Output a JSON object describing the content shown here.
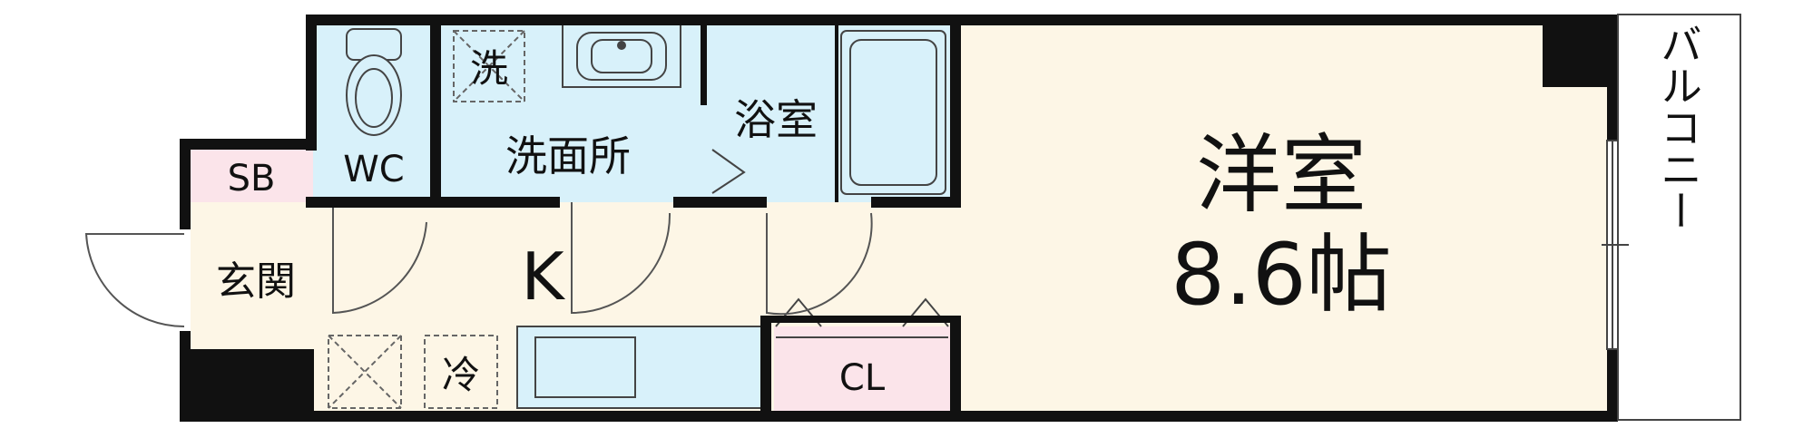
{
  "rooms": {
    "wc": "WC",
    "wash_mark": "洗",
    "washroom": "洗面所",
    "bath": "浴室",
    "western_room": "洋室",
    "western_size": "8.6帖",
    "sb": "SB",
    "entrance": "玄関",
    "kitchen": "K",
    "fridge": "冷",
    "closet": "CL",
    "balcony": "バルコニー"
  },
  "colors": {
    "wet_area": "#d8f1fa",
    "kitchen_floor": "#fdf6e6",
    "storage": "#fbe4ea",
    "wall": "#111111"
  }
}
